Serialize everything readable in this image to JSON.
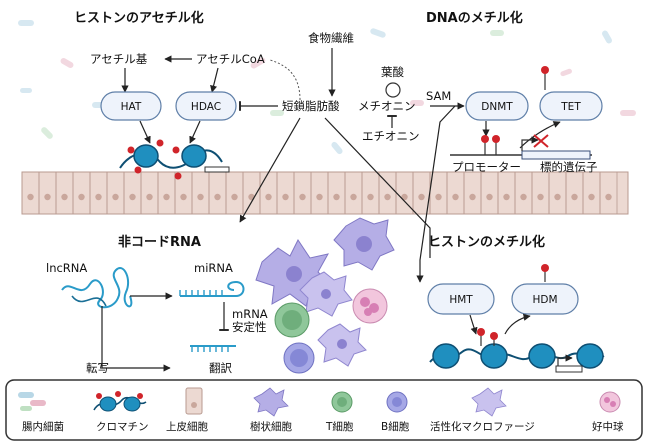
{
  "titles": {
    "histone_acetylation": "ヒストンのアセチル化",
    "dna_methylation": "DNAのメチル化",
    "noncoding_rna": "非コードRNA",
    "histone_methylation": "ヒストンのメチル化"
  },
  "labels": {
    "dietary_fiber": "食物繊維",
    "acetyl_group": "アセチル基",
    "acetyl_coa": "アセチルCoA",
    "scfa": "短鎖脂肪酸",
    "folate": "葉酸",
    "sam": "SAM",
    "methionine": "メチオニン",
    "ethionine": "エチオニン",
    "promoter": "プロモーター",
    "target_gene": "標的遺伝子",
    "lncrna": "lncRNA",
    "mirna": "miRNA",
    "mrna_stability": "mRNA\n安定性",
    "transcription": "転写",
    "translation": "翻訳"
  },
  "enzymes": {
    "hat": "HAT",
    "hdac": "HDAC",
    "dnmt": "DNMT",
    "tet": "TET",
    "hmt": "HMT",
    "hdm": "HDM"
  },
  "legend": [
    {
      "label": "腸内細菌",
      "icon": "bacteria-icon"
    },
    {
      "label": "クロマチン",
      "icon": "chromatin-icon"
    },
    {
      "label": "上皮細胞",
      "icon": "epithelial-cell-icon"
    },
    {
      "label": "樹状細胞",
      "icon": "dendritic-cell-icon"
    },
    {
      "label": "T細胞",
      "icon": "t-cell-icon"
    },
    {
      "label": "B細胞",
      "icon": "b-cell-icon"
    },
    {
      "label": "活性化マクロファージ",
      "icon": "macrophage-icon"
    },
    {
      "label": "好中球",
      "icon": "neutrophil-icon"
    }
  ],
  "colors": {
    "enzyme_fill": "#eef3fb",
    "enzyme_stroke": "#5f7fa8",
    "chromatin_blue": "#1f8fbf",
    "chromatin_dark": "#0e4f73",
    "methyl_red": "#d0242a",
    "epithelium": "#ecd9d2",
    "epithelium_stroke": "#b89a90",
    "immune_purple": "#a99be0",
    "t_cell_green": "#8fc79a",
    "neutrophil_pink": "#d77fb4",
    "arrow": "#222222"
  }
}
